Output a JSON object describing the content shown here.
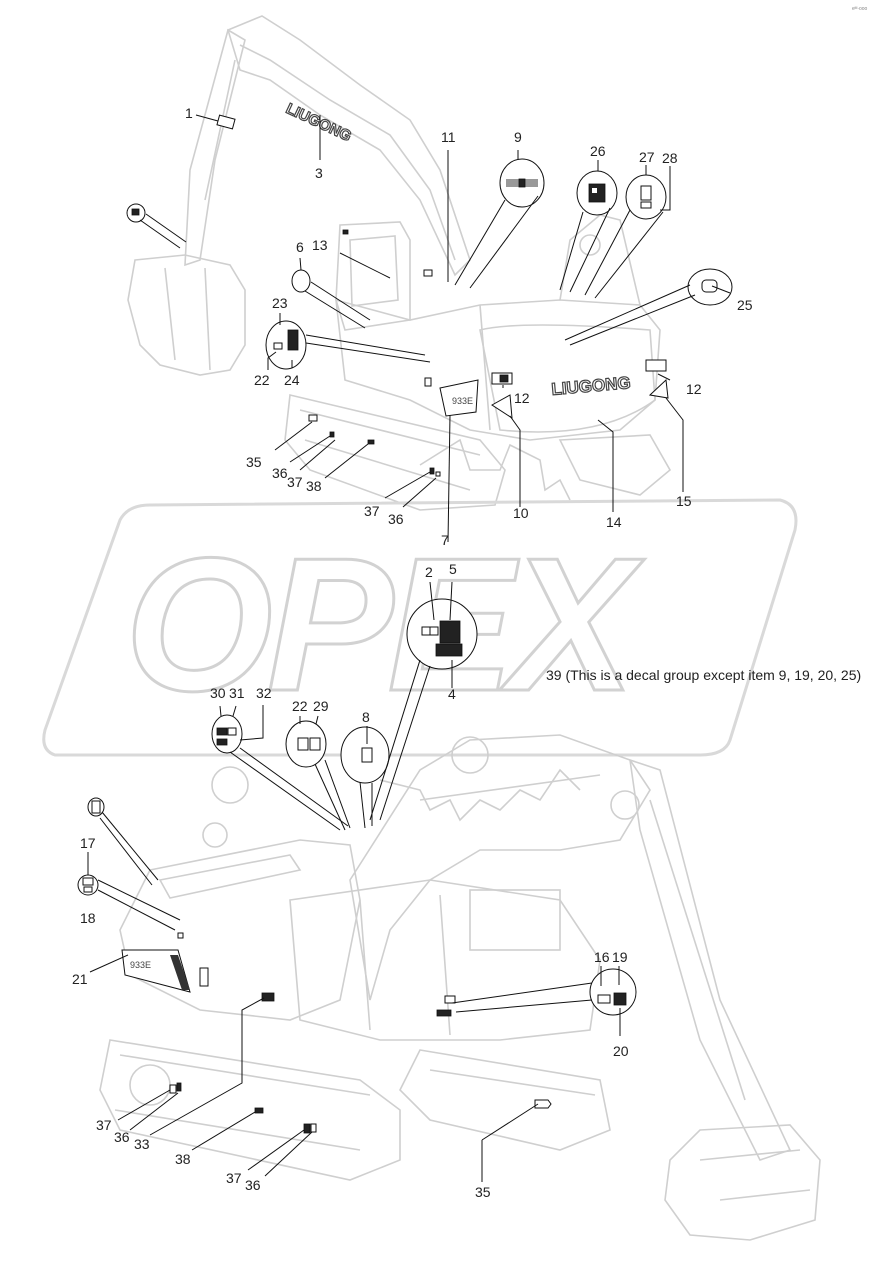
{
  "corner_mark": "eᴹ·ooo",
  "watermark": "OPEX",
  "brand_logo": "LIUGONG",
  "model_badge": "933E",
  "group_note": "39 (This is a decal group except item 9, 19, 20, 25)",
  "callouts_top": {
    "c1": "1",
    "c3": "3",
    "c11": "11",
    "c9": "9",
    "c26": "26",
    "c27": "27",
    "c28": "28",
    "c6": "6",
    "c13": "13",
    "c23": "23",
    "c22": "22",
    "c24": "24",
    "c25": "25",
    "c12a": "12",
    "c12b": "12",
    "c35": "35",
    "c36a": "36",
    "c37a": "37",
    "c38": "38",
    "c37b": "37",
    "c36b": "36",
    "c7": "7",
    "c10": "10",
    "c14": "14",
    "c15": "15"
  },
  "callouts_mid": {
    "c2": "2",
    "c5": "5",
    "c4": "4",
    "c30": "30",
    "c31": "31",
    "c32": "32",
    "c22": "22",
    "c29": "29",
    "c8": "8"
  },
  "callouts_bottom": {
    "c17": "17",
    "c18": "18",
    "c21": "21",
    "c16": "16",
    "c19": "19",
    "c20": "20",
    "c37a": "37",
    "c36a": "36",
    "c33": "33",
    "c38": "38",
    "c37b": "37",
    "c36b": "36",
    "c35": "35"
  }
}
